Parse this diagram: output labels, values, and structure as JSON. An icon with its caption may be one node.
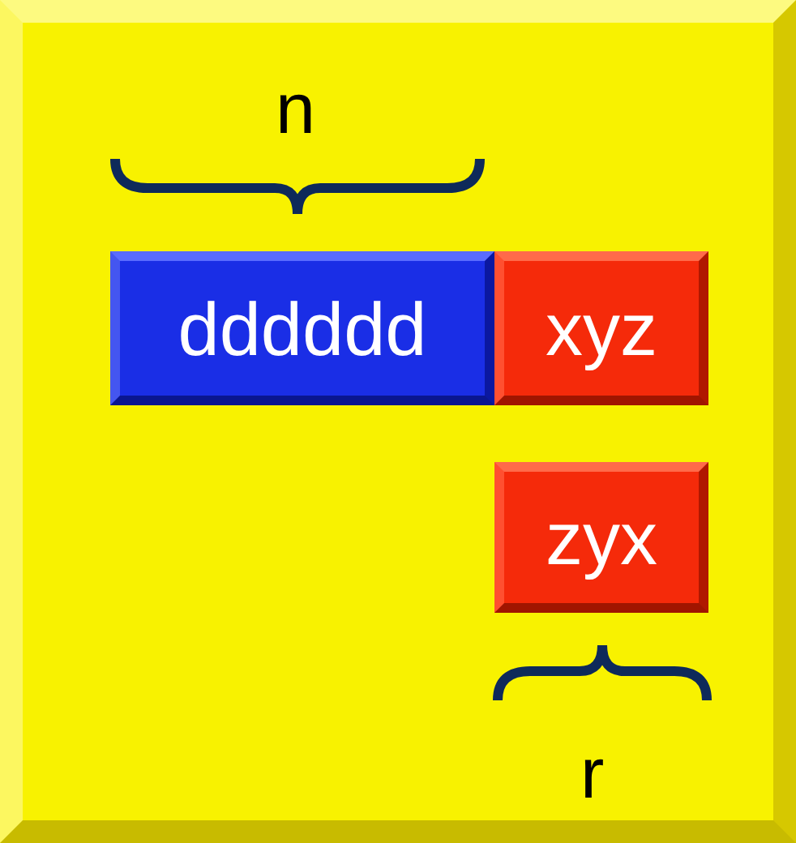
{
  "diagram": {
    "nodes": [
      {
        "text": [
          "dddddd"
        ]
      },
      {
        "text": [
          "xyz"
        ]
      },
      {
        "text": [
          "zyx"
        ]
      }
    ],
    "labels": [
      "n",
      "r"
    ]
  }
}
